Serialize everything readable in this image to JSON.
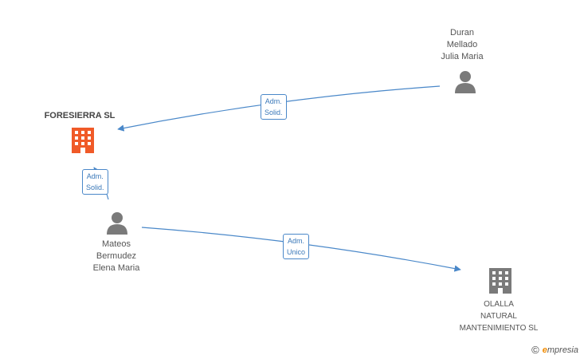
{
  "nodes": {
    "duran": {
      "lines": [
        "Duran",
        "Mellado",
        "Julia Maria"
      ]
    },
    "foresierra": {
      "lines": [
        "FORESIERRA SL"
      ]
    },
    "mateos": {
      "lines": [
        "Mateos",
        "Bermudez",
        "Elena Maria"
      ]
    },
    "olalla": {
      "lines": [
        "OLALLA",
        "NATURAL",
        "MANTENIMIENTO SL"
      ]
    }
  },
  "edges": {
    "duran_to_foresierra": [
      "Adm.",
      "Solid."
    ],
    "mateos_to_foresierra": [
      "Adm.",
      "Solid."
    ],
    "mateos_to_olalla": [
      "Adm.",
      "Unico"
    ]
  },
  "colors": {
    "edge": "#4a88c9",
    "company_main": "#f05a28",
    "company_other": "#7a7a7a",
    "person": "#7a7a7a"
  },
  "footer": {
    "copyright": "©",
    "brand_initial": "e",
    "brand_rest": "mpresia"
  }
}
